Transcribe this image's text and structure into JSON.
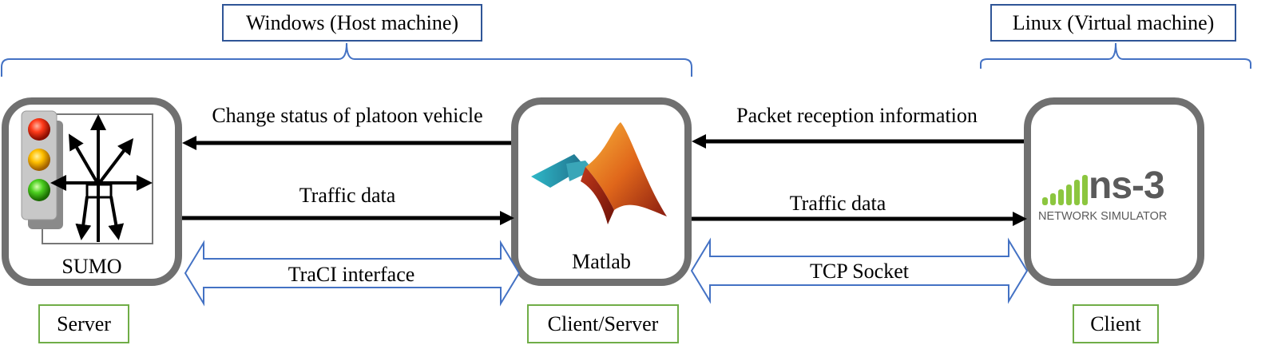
{
  "regions": {
    "host": "Windows (Host machine)",
    "virtual": "Linux (Virtual machine)"
  },
  "nodes": {
    "sumo": {
      "label": "SUMO",
      "role": "Server"
    },
    "matlab": {
      "label": "Matlab",
      "role": "Client/Server"
    },
    "ns3": {
      "label_main": "ns-3",
      "label_sub": "NETWORK SIMULATOR",
      "role": "Client"
    }
  },
  "edges": {
    "matlab_to_sumo": "Change status of  platoon vehicle",
    "sumo_to_matlab": "Traffic data",
    "sumo_matlab_interface": "TraCI interface",
    "ns3_to_matlab": "Packet reception information",
    "matlab_to_ns3": "Traffic data",
    "matlab_ns3_interface": "TCP Socket"
  },
  "colors": {
    "region_border": "#2f5597",
    "brace": "#4472c4",
    "role_border": "#70ad47",
    "node_border": "#707070",
    "ns3_green": "#8cc63f",
    "ns3_gray": "#5a5a5a"
  }
}
